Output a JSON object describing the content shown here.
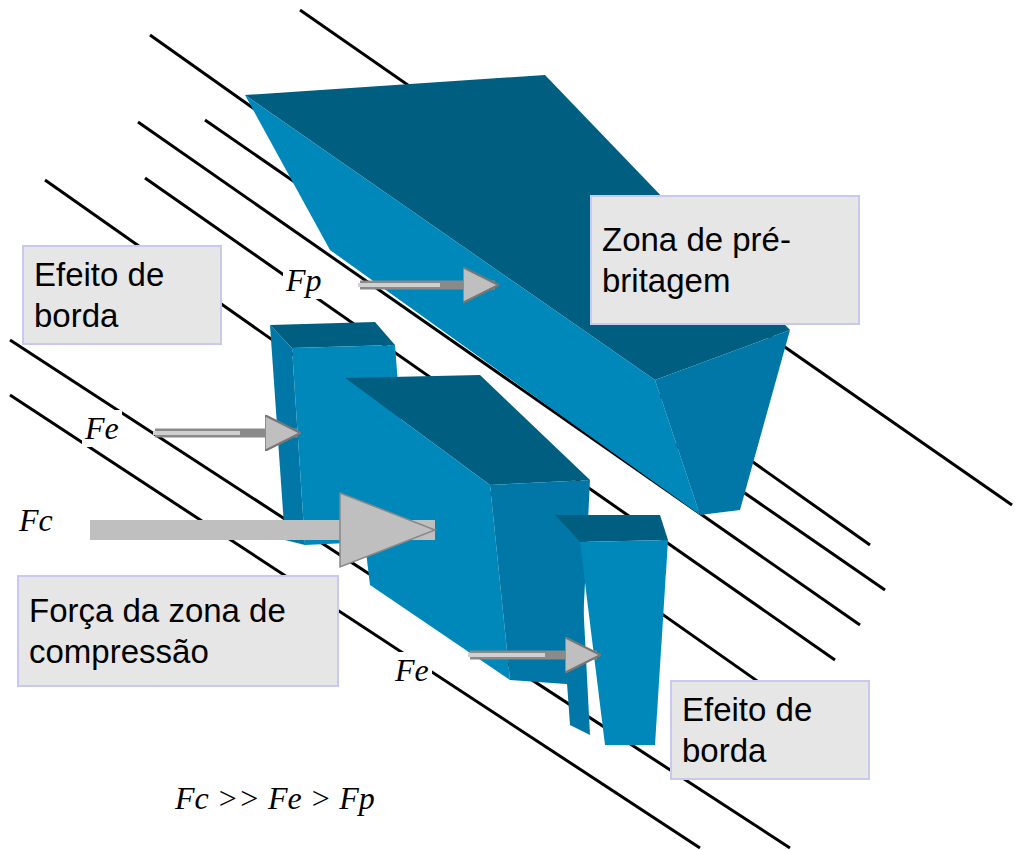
{
  "diagram": {
    "nodes": [
      {
        "text": [
          "Efeito de borda"
        ]
      },
      {
        "text": [
          "Zona de pré-britagem"
        ]
      },
      {
        "text": [
          "Força da zona de compressão"
        ]
      },
      {
        "text": [
          "Efeito de borda"
        ]
      }
    ],
    "labels": [
      "Fp",
      "Fe",
      "Fc",
      "Fe",
      "Fc >> Fe > Fp"
    ]
  }
}
